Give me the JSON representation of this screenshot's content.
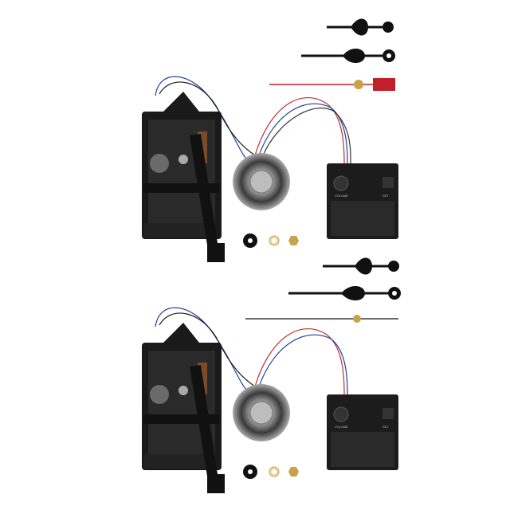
{
  "product": {
    "kits": [
      {
        "module": {
          "volume_label": "VOLUME",
          "set_label": "SET"
        }
      },
      {
        "module": {
          "volume_label": "VOLUME",
          "set_label": "SET"
        }
      }
    ]
  },
  "colors": {
    "movement": "#1a1a1a",
    "speaker": "#9a9a9a",
    "second_hand_top": "#c0202a",
    "brass": "#c9a24a",
    "wire_red": "#c23030",
    "wire_blue": "#2040a0"
  }
}
